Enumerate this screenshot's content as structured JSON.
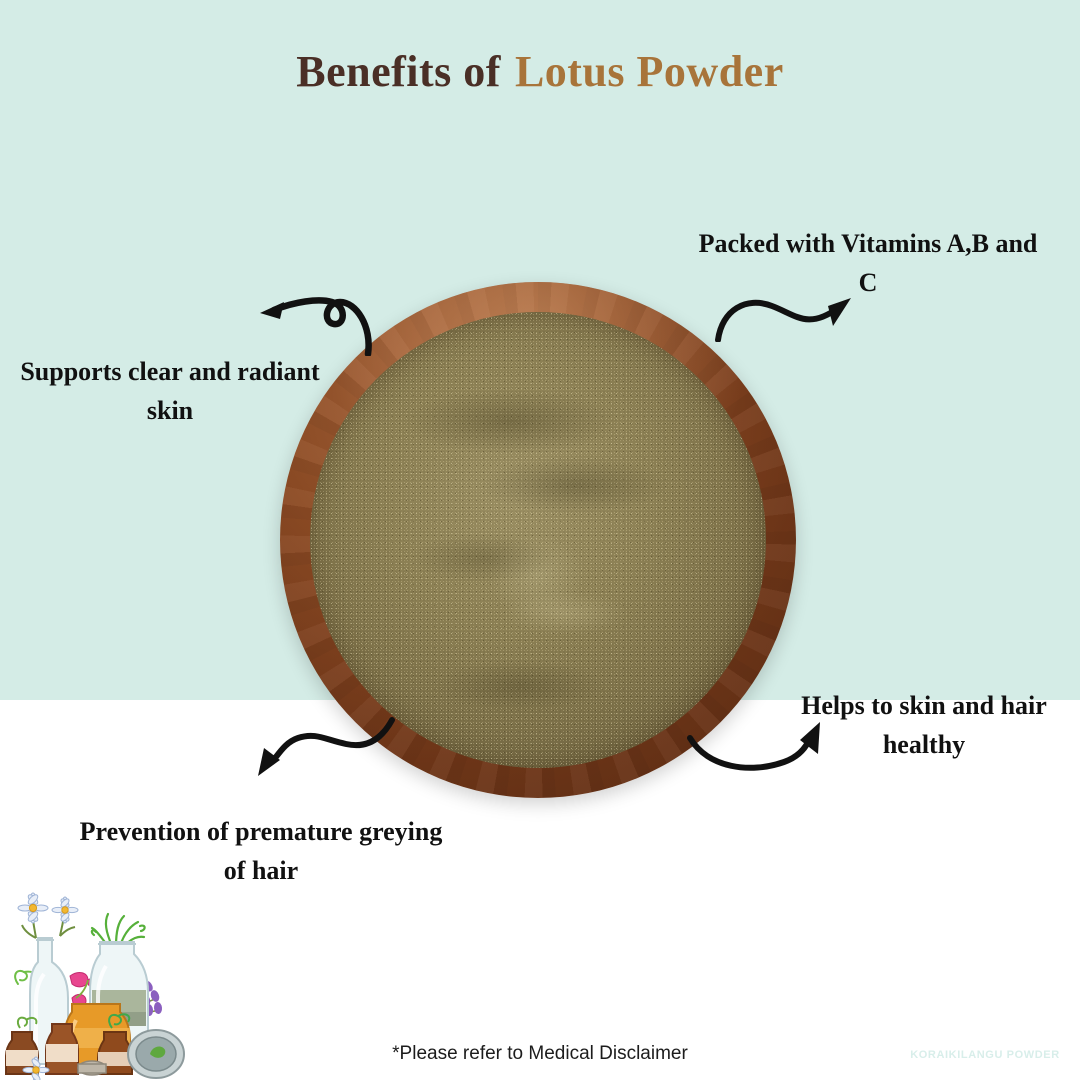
{
  "theme": {
    "mint_background": "#d4ece6",
    "white_background": "#ffffff",
    "title_dark": "#4a2f26",
    "title_gold": "#a8743a",
    "callout_text": "#111111",
    "bowl_wood": "#8d4b24",
    "powder": "#8c8054",
    "watermark_color": "#d8eeea"
  },
  "header": {
    "title_prefix": "Benefits of",
    "title_product": "Lotus Powder"
  },
  "benefits": [
    {
      "id": "vitamins",
      "label": "Packed with Vitamins A,B and C",
      "arrow": "curved-arrow-up-right-icon"
    },
    {
      "id": "skin",
      "label": "Supports clear and radiant skin",
      "arrow": "curly-arrow-left-icon"
    },
    {
      "id": "hair",
      "label": "Helps to skin and hair healthy",
      "arrow": "curved-arrow-right-icon"
    },
    {
      "id": "greying",
      "label": "Prevention of premature greying of hair",
      "arrow": "wavy-arrow-down-left-icon"
    }
  ],
  "product_image": {
    "alt": "Wooden bowl filled with olive-khaki lotus powder",
    "icon": "bowl-of-powder-image"
  },
  "decoration": {
    "botanical_alt": "Illustration of apothecary bottles with herbs and flowers",
    "icon": "herbal-bottles-illustration"
  },
  "footer": {
    "disclaimer": "*Please refer to Medical Disclaimer",
    "watermark": "KORAIKILANGU POWDER"
  }
}
